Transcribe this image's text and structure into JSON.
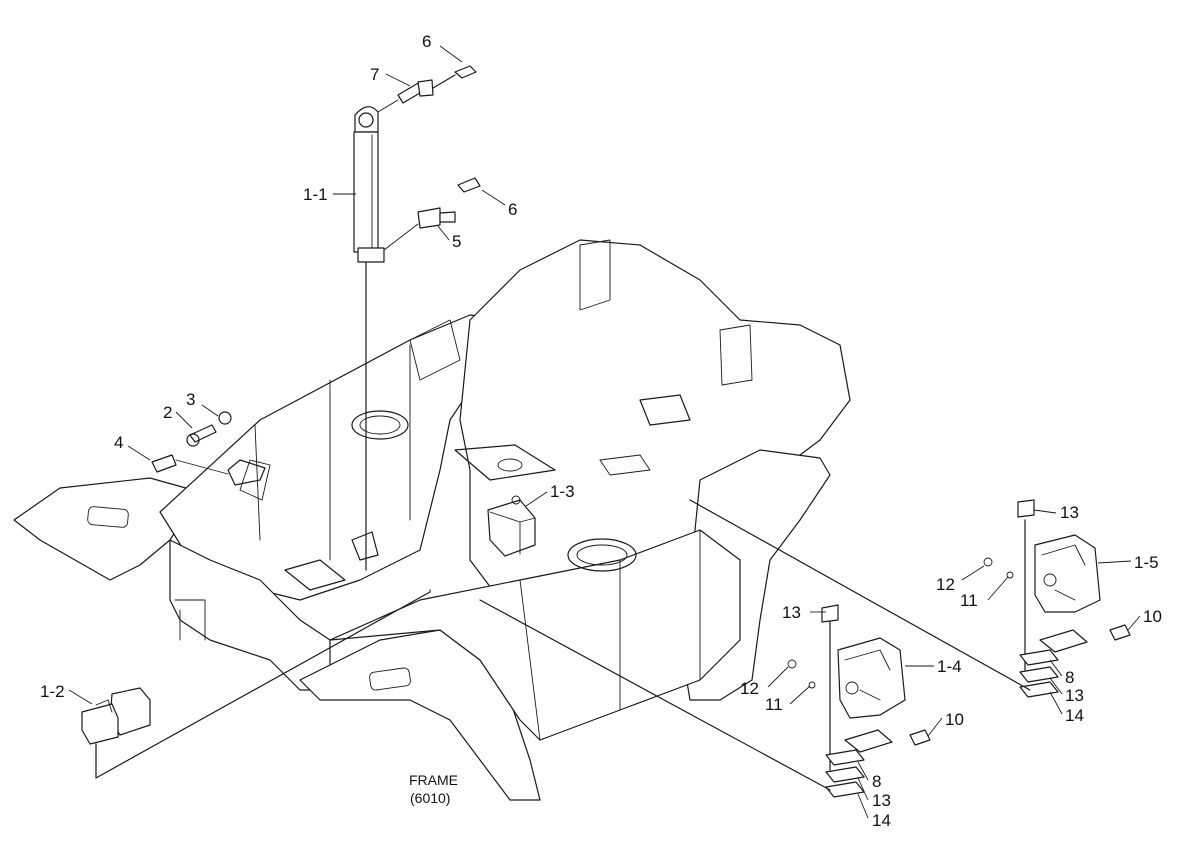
{
  "diagram": {
    "frame_label": "FRAME",
    "frame_code": "(6010)",
    "callouts": {
      "c_6_top": "6",
      "c_7": "7",
      "c_1_1": "1-1",
      "c_6_mid": "6",
      "c_5": "5",
      "c_3": "3",
      "c_2": "2",
      "c_4": "4",
      "c_1_3": "1-3",
      "c_1_2": "1-2",
      "c_13_right": "13",
      "c_1_5": "1-5",
      "c_12_right": "12",
      "c_11_right": "11",
      "c_10_right": "10",
      "c_8_right": "8",
      "c_13_right_b": "13",
      "c_14_right": "14",
      "c_13_mid": "13",
      "c_1_4": "1-4",
      "c_12_mid": "12",
      "c_11_mid": "11",
      "c_10_mid": "10",
      "c_8_mid": "8",
      "c_13_mid_b": "13",
      "c_14_mid": "14"
    }
  }
}
